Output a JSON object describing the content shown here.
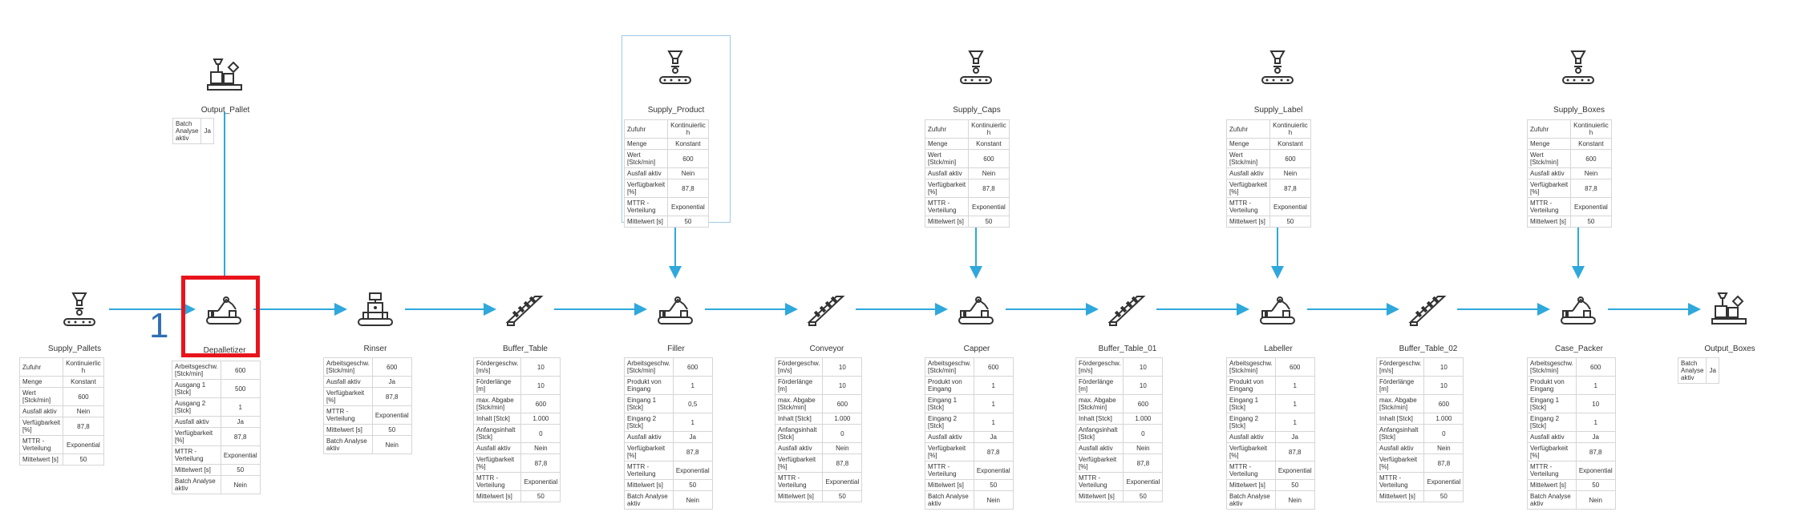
{
  "marker": "1",
  "colors": {
    "connector": "#2fa8dc",
    "highlight": "#e8141c",
    "marker": "#2f6fb3"
  },
  "nodes": [
    {
      "id": "supply_pallets",
      "name": "Supply_Pallets",
      "icon": "supply-icon",
      "rows": [
        [
          "Zufuhr",
          "Kontinuierlic h"
        ],
        [
          "Menge",
          "Konstant"
        ],
        [
          "Wert [Stck/min]",
          "600"
        ],
        [
          "Ausfall aktiv",
          "Nein"
        ],
        [
          "Verfügbarkeit [%]",
          "87,8"
        ],
        [
          "MTTR - Verteilung",
          "Exponential"
        ],
        [
          "Mittelwert [s]",
          "50"
        ]
      ]
    },
    {
      "id": "depalletizer",
      "name": "Depalletizer",
      "icon": "robot-arm-icon",
      "rows": [
        [
          "Arbeitsgeschw. [Stck/min]",
          "600"
        ],
        [
          "Ausgang 1 [Stck]",
          "500"
        ],
        [
          "Ausgang 2 [Stck]",
          "1"
        ],
        [
          "Ausfall aktiv",
          "Ja"
        ],
        [
          "Verfügbarkeit [%]",
          "87,8"
        ],
        [
          "MTTR - Verteilung",
          "Exponential"
        ],
        [
          "Mittelwert [s]",
          "50"
        ],
        [
          "Batch Analyse aktiv",
          "Nein"
        ]
      ]
    },
    {
      "id": "rinser",
      "name": "Rinser",
      "icon": "rinser-icon",
      "rows": [
        [
          "Arbeitsgeschw. [Stck/min]",
          "600"
        ],
        [
          "Ausfall aktiv",
          "Ja"
        ],
        [
          "Verfügbarkeit [%]",
          "87,8"
        ],
        [
          "MTTR - Verteilung",
          "Exponential"
        ],
        [
          "Mittelwert [s]",
          "50"
        ],
        [
          "Batch Analyse aktiv",
          "Nein"
        ]
      ]
    },
    {
      "id": "buffer_table",
      "name": "Buffer_Table",
      "icon": "conveyor-icon",
      "rows": [
        [
          "Fördergeschw. [m/s]",
          "10"
        ],
        [
          "Förderlänge [m]",
          "10"
        ],
        [
          "max. Abgabe [Stck/min]",
          "600"
        ],
        [
          "Inhalt [Stck]",
          "1.000"
        ],
        [
          "Anfangsinhalt [Stck]",
          "0"
        ],
        [
          "Ausfall aktiv",
          "Nein"
        ],
        [
          "Verfügbarkeit [%]",
          "87,8"
        ],
        [
          "MTTR - Verteilung",
          "Exponential"
        ],
        [
          "Mittelwert [s]",
          "50"
        ]
      ]
    },
    {
      "id": "filler",
      "name": "Filler",
      "icon": "robot-arm-icon",
      "rows": [
        [
          "Arbeitsgeschw. [Stck/min]",
          "600"
        ],
        [
          "Produkt von Eingang",
          "1"
        ],
        [
          "Eingang 1 [Stck]",
          "0,5"
        ],
        [
          "Eingang 2 [Stck]",
          "1"
        ],
        [
          "Ausfall aktiv",
          "Ja"
        ],
        [
          "Verfügbarkeit [%]",
          "87,8"
        ],
        [
          "MTTR - Verteilung",
          "Exponential"
        ],
        [
          "Mittelwert [s]",
          "50"
        ],
        [
          "Batch Analyse aktiv",
          "Nein"
        ]
      ]
    },
    {
      "id": "conveyor",
      "name": "Conveyor",
      "icon": "conveyor-icon",
      "rows": [
        [
          "Fördergeschw. [m/s]",
          "10"
        ],
        [
          "Förderlänge [m]",
          "10"
        ],
        [
          "max. Abgabe [Stck/min]",
          "600"
        ],
        [
          "Inhalt [Stck]",
          "1.000"
        ],
        [
          "Anfangsinhalt [Stck]",
          "0"
        ],
        [
          "Ausfall aktiv",
          "Nein"
        ],
        [
          "Verfügbarkeit [%]",
          "87,8"
        ],
        [
          "MTTR - Verteilung",
          "Exponential"
        ],
        [
          "Mittelwert [s]",
          "50"
        ]
      ]
    },
    {
      "id": "capper",
      "name": "Capper",
      "icon": "robot-arm-icon",
      "rows": [
        [
          "Arbeitsgeschw. [Stck/min]",
          "600"
        ],
        [
          "Produkt von Eingang",
          "1"
        ],
        [
          "Eingang 1 [Stck]",
          "1"
        ],
        [
          "Eingang 2 [Stck]",
          "1"
        ],
        [
          "Ausfall aktiv",
          "Ja"
        ],
        [
          "Verfügbarkeit [%]",
          "87,8"
        ],
        [
          "MTTR - Verteilung",
          "Exponential"
        ],
        [
          "Mittelwert [s]",
          "50"
        ],
        [
          "Batch Analyse aktiv",
          "Nein"
        ]
      ]
    },
    {
      "id": "buffer_table_01",
      "name": "Buffer_Table_01",
      "icon": "conveyor-icon",
      "rows": [
        [
          "Fördergeschw. [m/s]",
          "10"
        ],
        [
          "Förderlänge [m]",
          "10"
        ],
        [
          "max. Abgabe [Stck/min]",
          "600"
        ],
        [
          "Inhalt [Stck]",
          "1.000"
        ],
        [
          "Anfangsinhalt [Stck]",
          "0"
        ],
        [
          "Ausfall aktiv",
          "Nein"
        ],
        [
          "Verfügbarkeit [%]",
          "87,8"
        ],
        [
          "MTTR - Verteilung",
          "Exponential"
        ],
        [
          "Mittelwert [s]",
          "50"
        ]
      ]
    },
    {
      "id": "labeller",
      "name": "Labeller",
      "icon": "robot-arm-icon",
      "rows": [
        [
          "Arbeitsgeschw. [Stck/min]",
          "600"
        ],
        [
          "Produkt von Eingang",
          "1"
        ],
        [
          "Eingang 1 [Stck]",
          "1"
        ],
        [
          "Eingang 2 [Stck]",
          "1"
        ],
        [
          "Ausfall aktiv",
          "Ja"
        ],
        [
          "Verfügbarkeit [%]",
          "87,8"
        ],
        [
          "MTTR - Verteilung",
          "Exponential"
        ],
        [
          "Mittelwert [s]",
          "50"
        ],
        [
          "Batch Analyse aktiv",
          "Nein"
        ]
      ]
    },
    {
      "id": "buffer_table_02",
      "name": "Buffer_Table_02",
      "icon": "conveyor-icon",
      "rows": [
        [
          "Fördergeschw. [m/s]",
          "10"
        ],
        [
          "Förderlänge [m]",
          "10"
        ],
        [
          "max. Abgabe [Stck/min]",
          "600"
        ],
        [
          "Inhalt [Stck]",
          "1.000"
        ],
        [
          "Anfangsinhalt [Stck]",
          "0"
        ],
        [
          "Ausfall aktiv",
          "Nein"
        ],
        [
          "Verfügbarkeit [%]",
          "87,8"
        ],
        [
          "MTTR - Verteilung",
          "Exponential"
        ],
        [
          "Mittelwert [s]",
          "50"
        ]
      ]
    },
    {
      "id": "case_packer",
      "name": "Case_Packer",
      "icon": "robot-arm-icon",
      "rows": [
        [
          "Arbeitsgeschw. [Stck/min]",
          "600"
        ],
        [
          "Produkt von Eingang",
          "1"
        ],
        [
          "Eingang 1 [Stck]",
          "10"
        ],
        [
          "Eingang 2 [Stck]",
          "1"
        ],
        [
          "Ausfall aktiv",
          "Ja"
        ],
        [
          "Verfügbarkeit [%]",
          "87,8"
        ],
        [
          "MTTR - Verteilung",
          "Exponential"
        ],
        [
          "Mittelwert [s]",
          "50"
        ],
        [
          "Batch Analyse aktiv",
          "Nein"
        ]
      ]
    },
    {
      "id": "output_boxes",
      "name": "Output_Boxes",
      "icon": "output-icon",
      "rows": [
        [
          "Batch Analyse aktiv",
          "Ja"
        ]
      ]
    },
    {
      "id": "output_pallet",
      "name": "Output_Pallet",
      "icon": "output-icon",
      "rows": [
        [
          "Batch Analyse aktiv",
          "Ja"
        ]
      ]
    },
    {
      "id": "supply_product",
      "name": "Supply_Product",
      "icon": "supply-icon",
      "rows": [
        [
          "Zufuhr",
          "Kontinuierlic h"
        ],
        [
          "Menge",
          "Konstant"
        ],
        [
          "Wert [Stck/min]",
          "600"
        ],
        [
          "Ausfall aktiv",
          "Nein"
        ],
        [
          "Verfügbarkeit [%]",
          "87,8"
        ],
        [
          "MTTR - Verteilung",
          "Exponential"
        ],
        [
          "Mittelwert [s]",
          "50"
        ]
      ]
    },
    {
      "id": "supply_caps",
      "name": "Supply_Caps",
      "icon": "supply-icon",
      "rows": [
        [
          "Zufuhr",
          "Kontinuierlic h"
        ],
        [
          "Menge",
          "Konstant"
        ],
        [
          "Wert [Stck/min]",
          "600"
        ],
        [
          "Ausfall aktiv",
          "Nein"
        ],
        [
          "Verfügbarkeit [%]",
          "87,8"
        ],
        [
          "MTTR - Verteilung",
          "Exponential"
        ],
        [
          "Mittelwert [s]",
          "50"
        ]
      ]
    },
    {
      "id": "supply_label",
      "name": "Supply_Label",
      "icon": "supply-icon",
      "rows": [
        [
          "Zufuhr",
          "Kontinuierlic h"
        ],
        [
          "Menge",
          "Konstant"
        ],
        [
          "Wert [Stck/min]",
          "600"
        ],
        [
          "Ausfall aktiv",
          "Nein"
        ],
        [
          "Verfügbarkeit [%]",
          "87,8"
        ],
        [
          "MTTR - Verteilung",
          "Exponential"
        ],
        [
          "Mittelwert [s]",
          "50"
        ]
      ]
    },
    {
      "id": "supply_boxes",
      "name": "Supply_Boxes",
      "icon": "supply-icon",
      "rows": [
        [
          "Zufuhr",
          "Kontinuierlic h"
        ],
        [
          "Menge",
          "Konstant"
        ],
        [
          "Wert [Stck/min]",
          "600"
        ],
        [
          "Ausfall aktiv",
          "Nein"
        ],
        [
          "Verfügbarkeit [%]",
          "87,8"
        ],
        [
          "MTTR - Verteilung",
          "Exponential"
        ],
        [
          "Mittelwert [s]",
          "50"
        ]
      ]
    }
  ]
}
